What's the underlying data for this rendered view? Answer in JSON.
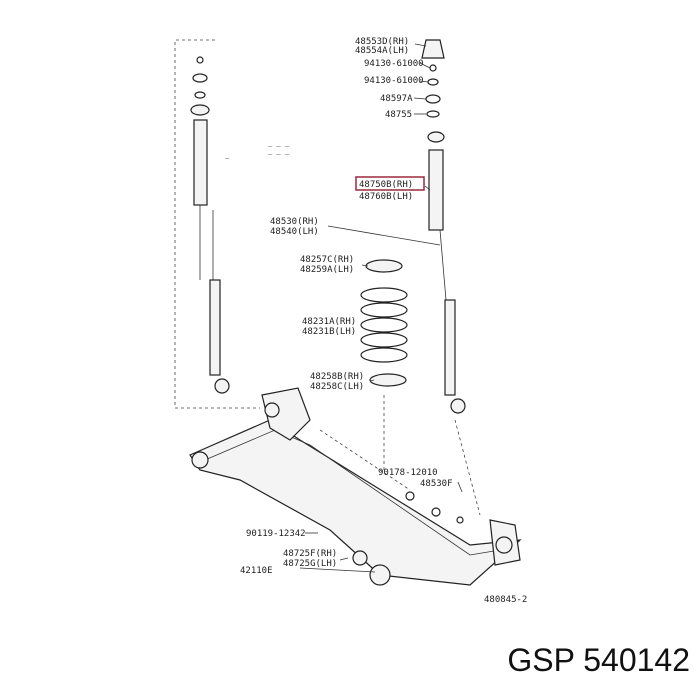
{
  "labels": [
    {
      "id": "l1",
      "text": "48553D(RH)"
    },
    {
      "id": "l2",
      "text": "48554A(LH)"
    },
    {
      "id": "l3",
      "text": "94130-61000"
    },
    {
      "id": "l4",
      "text": "94130-61000"
    },
    {
      "id": "l5",
      "text": "48597A"
    },
    {
      "id": "l6",
      "text": "48755"
    },
    {
      "id": "l7",
      "text": "48750B(RH)"
    },
    {
      "id": "l8",
      "text": "48760B(LH)"
    },
    {
      "id": "l9",
      "text": "48530(RH)"
    },
    {
      "id": "l10",
      "text": "48540(LH)"
    },
    {
      "id": "l11",
      "text": "48257C(RH)"
    },
    {
      "id": "l12",
      "text": "48259A(LH)"
    },
    {
      "id": "l13",
      "text": "48231A(RH)"
    },
    {
      "id": "l14",
      "text": "48231B(LH)"
    },
    {
      "id": "l15",
      "text": "48258B(RH)"
    },
    {
      "id": "l16",
      "text": "48258C(LH)"
    },
    {
      "id": "l17",
      "text": "90178-12010"
    },
    {
      "id": "l18",
      "text": "48530F"
    },
    {
      "id": "l19",
      "text": "90119-12342"
    },
    {
      "id": "l20",
      "text": "48725F(RH)"
    },
    {
      "id": "l21",
      "text": "48725G(LH)"
    },
    {
      "id": "l22",
      "text": "42110E"
    },
    {
      "id": "l23",
      "text": "480845-2"
    }
  ],
  "caption": "GSP 540142",
  "colors": {
    "highlight": "#9b2a3a",
    "line": "#222222"
  }
}
